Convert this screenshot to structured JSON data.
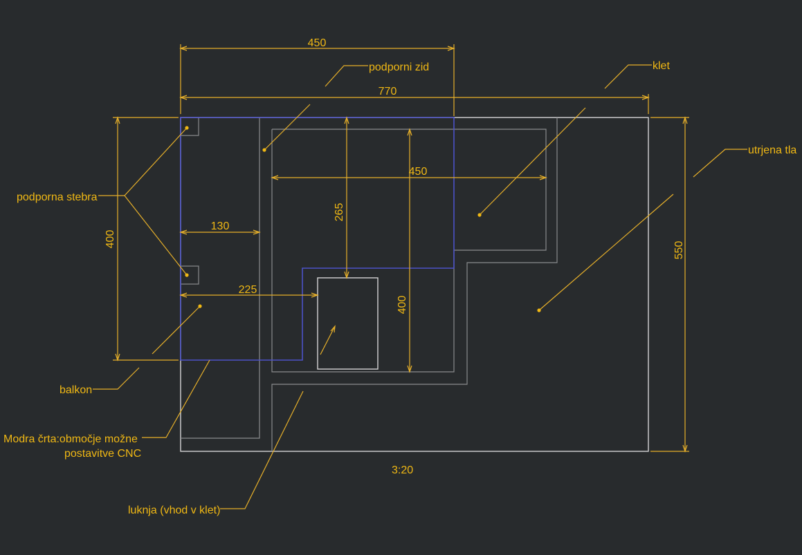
{
  "labels": {
    "podporni_zid": "podporni zid",
    "klet": "klet",
    "utrjena_tla": "utrjena tla",
    "podporna_stebra": "podporna stebra",
    "balkon": "balkon",
    "modra_crta_line1": "Modra črta:območje možne",
    "modra_crta_line2": "postavitve CNC",
    "luknja": "luknja (vhod v klet)",
    "scale": "3:20"
  },
  "dimensions": {
    "top_450": "450",
    "top_770": "770",
    "left_400": "400",
    "right_550": "550",
    "inner_450": "450",
    "inner_265": "265",
    "inner_130": "130",
    "inner_225": "225",
    "inner_400": "400"
  },
  "colors": {
    "background": "#282b2d",
    "annotation": "#f0b814",
    "outline_white": "#d6d6d6",
    "outline_gray": "#8a8c8e",
    "cnc_area_blue": "#4c52c8"
  }
}
